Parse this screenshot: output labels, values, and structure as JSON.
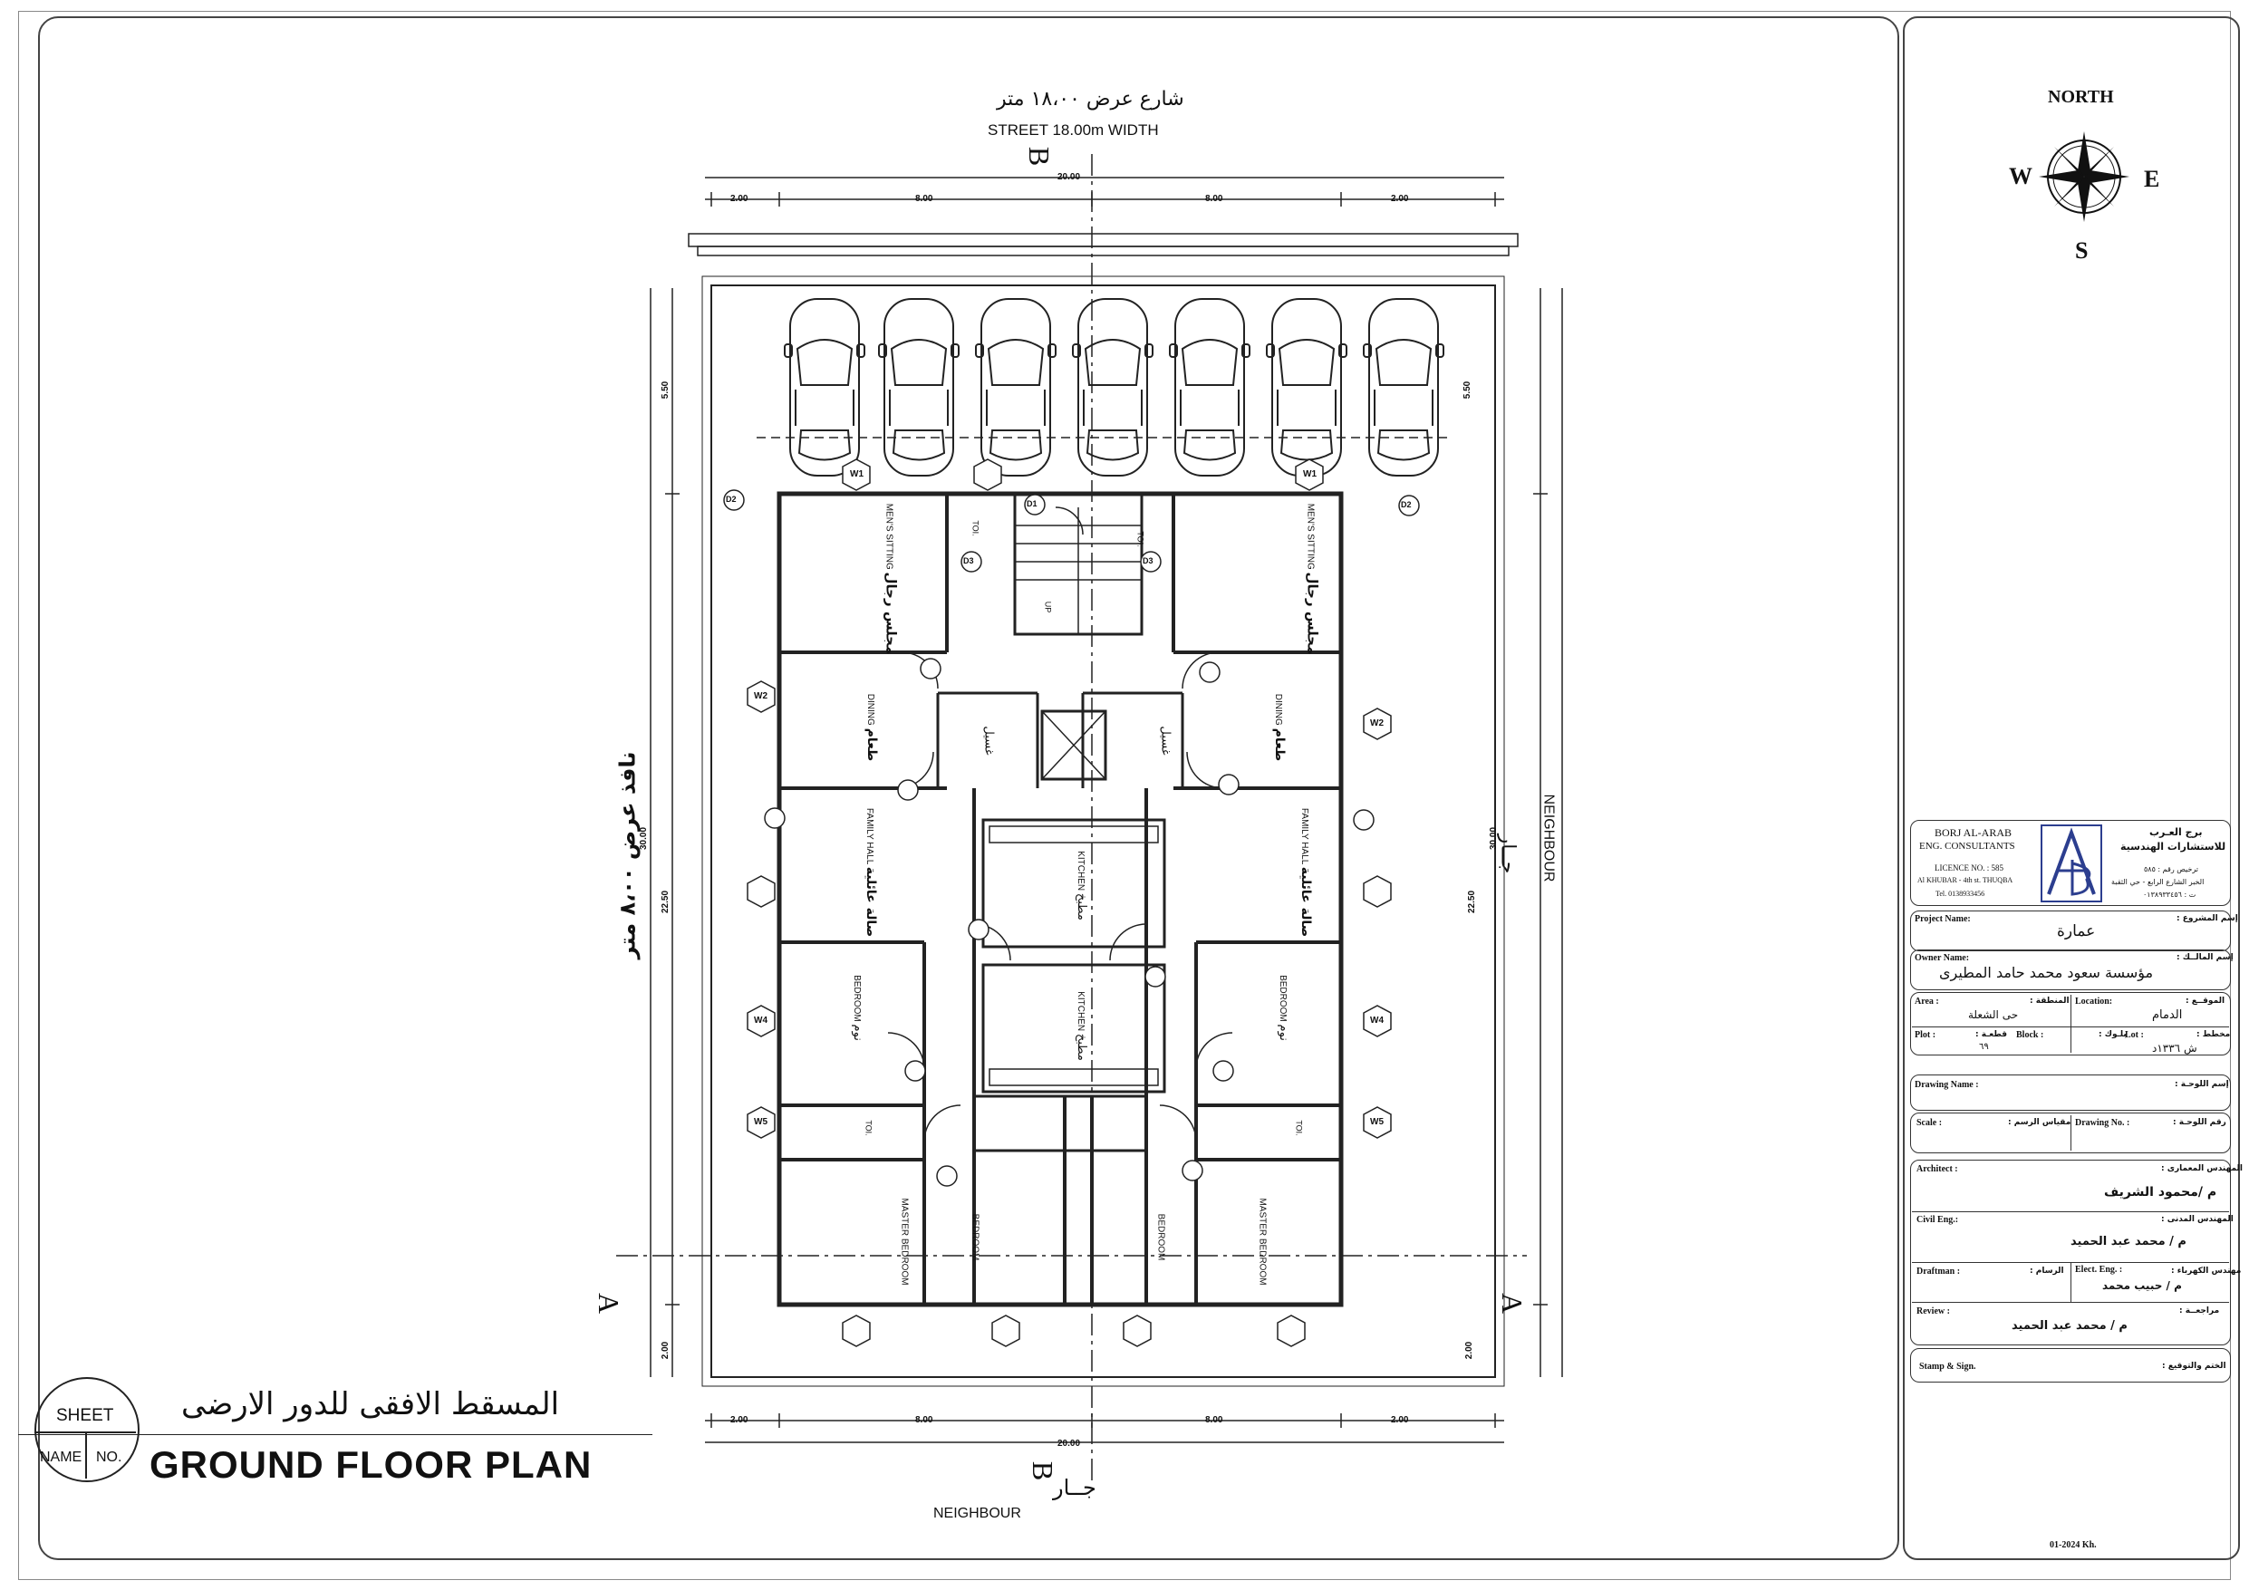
{
  "street": {
    "arabic": "شارع عرض ١٨،٠٠ متر",
    "english": "STREET 18.00m WIDTH"
  },
  "section_marks": {
    "top": "B",
    "bottom": "B",
    "left": "A",
    "right": "A"
  },
  "side_labels": {
    "left_arabic": "نافذ عرض ٨،٠٠ متر",
    "right_arabic": "جــار",
    "right_english": "NEIGHBOUR",
    "bottom_arabic": "جــار",
    "bottom_english": "NEIGHBOUR"
  },
  "dimensions": {
    "top": [
      "2.00",
      "8.00",
      "20.00",
      "8.00",
      "2.00"
    ],
    "bottom": [
      "2.00",
      "8.00",
      "20.00",
      "8.00",
      "2.00"
    ],
    "left": [
      "5.50",
      "30.00",
      "22.50",
      "2.00"
    ],
    "right": [
      "5.50",
      "30.00",
      "22.50",
      "2.00"
    ]
  },
  "room_labels": {
    "mens_sitting_en": "MEN'S SITTING",
    "mens_sitting_ar": "مجلس رجال",
    "dining_en": "DINING",
    "dining_ar": "طعام",
    "family_hall_en": "FAMILY HALL",
    "family_hall_ar": "صالة عائلية",
    "bedroom_en": "BEDROOM",
    "bedroom_ar": "نوم",
    "master_bedroom_en": "MASTER BEDROOM",
    "kitchen_en": "KITCHEN",
    "kitchen_ar": "مطبخ",
    "toilet": "TOI.",
    "wash_ar": "غسيل",
    "up": "UP"
  },
  "tags": {
    "windows": [
      "W1",
      "W2",
      "W4",
      "W5"
    ],
    "doors": [
      "D1",
      "D2",
      "D3"
    ]
  },
  "compass": {
    "north_label": "NORTH",
    "w": "W",
    "e": "E",
    "s": "S"
  },
  "sheet": {
    "sheet_label": "SHEET",
    "name_label": "NAME",
    "no_label": "NO.",
    "title_arabic": "المسقط الافقى للدور الارضى",
    "title_english": "GROUND FLOOR PLAN"
  },
  "company": {
    "name_en_1": "BORJ AL-ARAB",
    "name_en_2": "ENG. CONSULTANTS",
    "licence": "LICENCE NO. : 585",
    "address": "Al KHUBAR - 4th st. THUQBA",
    "tel": "Tel. 0138933456",
    "name_ar_1": "برج العـرب",
    "name_ar_2": "للاستشارات الهندسية",
    "licence_ar": "ترخيص رقم : ٥٨٥",
    "address_ar": "الخبر الشارع الرابع - حي الثقبة",
    "tel_ar": "ت : ٠١٣٨٩٣٣٤٥٦"
  },
  "title_block": {
    "project_name_label": "Project Name:",
    "project_name_ar_label": "إسم المشروع :",
    "project_name_value": "عمارة",
    "owner_label": "Owner Name:",
    "owner_ar_label": "إسم المالــك :",
    "owner_value": "مؤسسة سعود محمد حامد المطيرى",
    "area_label": "Area :",
    "area_ar_label": "المنطقة :",
    "area_value": "حى الشعلة",
    "location_label": "Location:",
    "location_ar_label": "الموقــع :",
    "location_value": "الدمام",
    "plot_label": "Plot :",
    "plot_ar_label": "قطعـة :",
    "plot_value": "٦٩",
    "block_label": "Block :",
    "block_ar_label": "بلـوك :",
    "lot_label": "Lot :",
    "lot_ar_label": "مخطط :",
    "lot_value": "ش ١٣٣٦د",
    "drawing_name_label": "Drawing Name :",
    "drawing_name_ar_label": "إسم اللوحـة :",
    "scale_label": "Scale :",
    "scale_ar_label": "مقياس الرسم :",
    "drawing_no_label": "Drawing No. :",
    "drawing_no_ar_label": "رقم اللوحـة :",
    "architect_label": "Architect :",
    "architect_ar_label": "المهندس المعمارى :",
    "architect_value": "م /محمود الشريف",
    "civil_label": "Civil Eng.:",
    "civil_ar_label": "المهندس المدنى :",
    "civil_value": "م / محمد عبد الحميد",
    "draftman_label": "Draftman :",
    "draftman_ar_label": "الرسام :",
    "elect_label": "Elect. Eng. :",
    "elect_ar_label": "مهندس الكهرباء :",
    "elect_value": "م / حبيب محمد",
    "review_label": "Review :",
    "review_ar_label": "مراجعــة :",
    "review_value": "م / محمد عبد الحميد",
    "stamp_label": "Stamp & Sign.",
    "stamp_ar_label": "الختم والتوقيع :",
    "date": "01-2024 Kh."
  },
  "colors": {
    "line": "#222222",
    "frame": "#444444",
    "accent": "#2c3e8f"
  }
}
